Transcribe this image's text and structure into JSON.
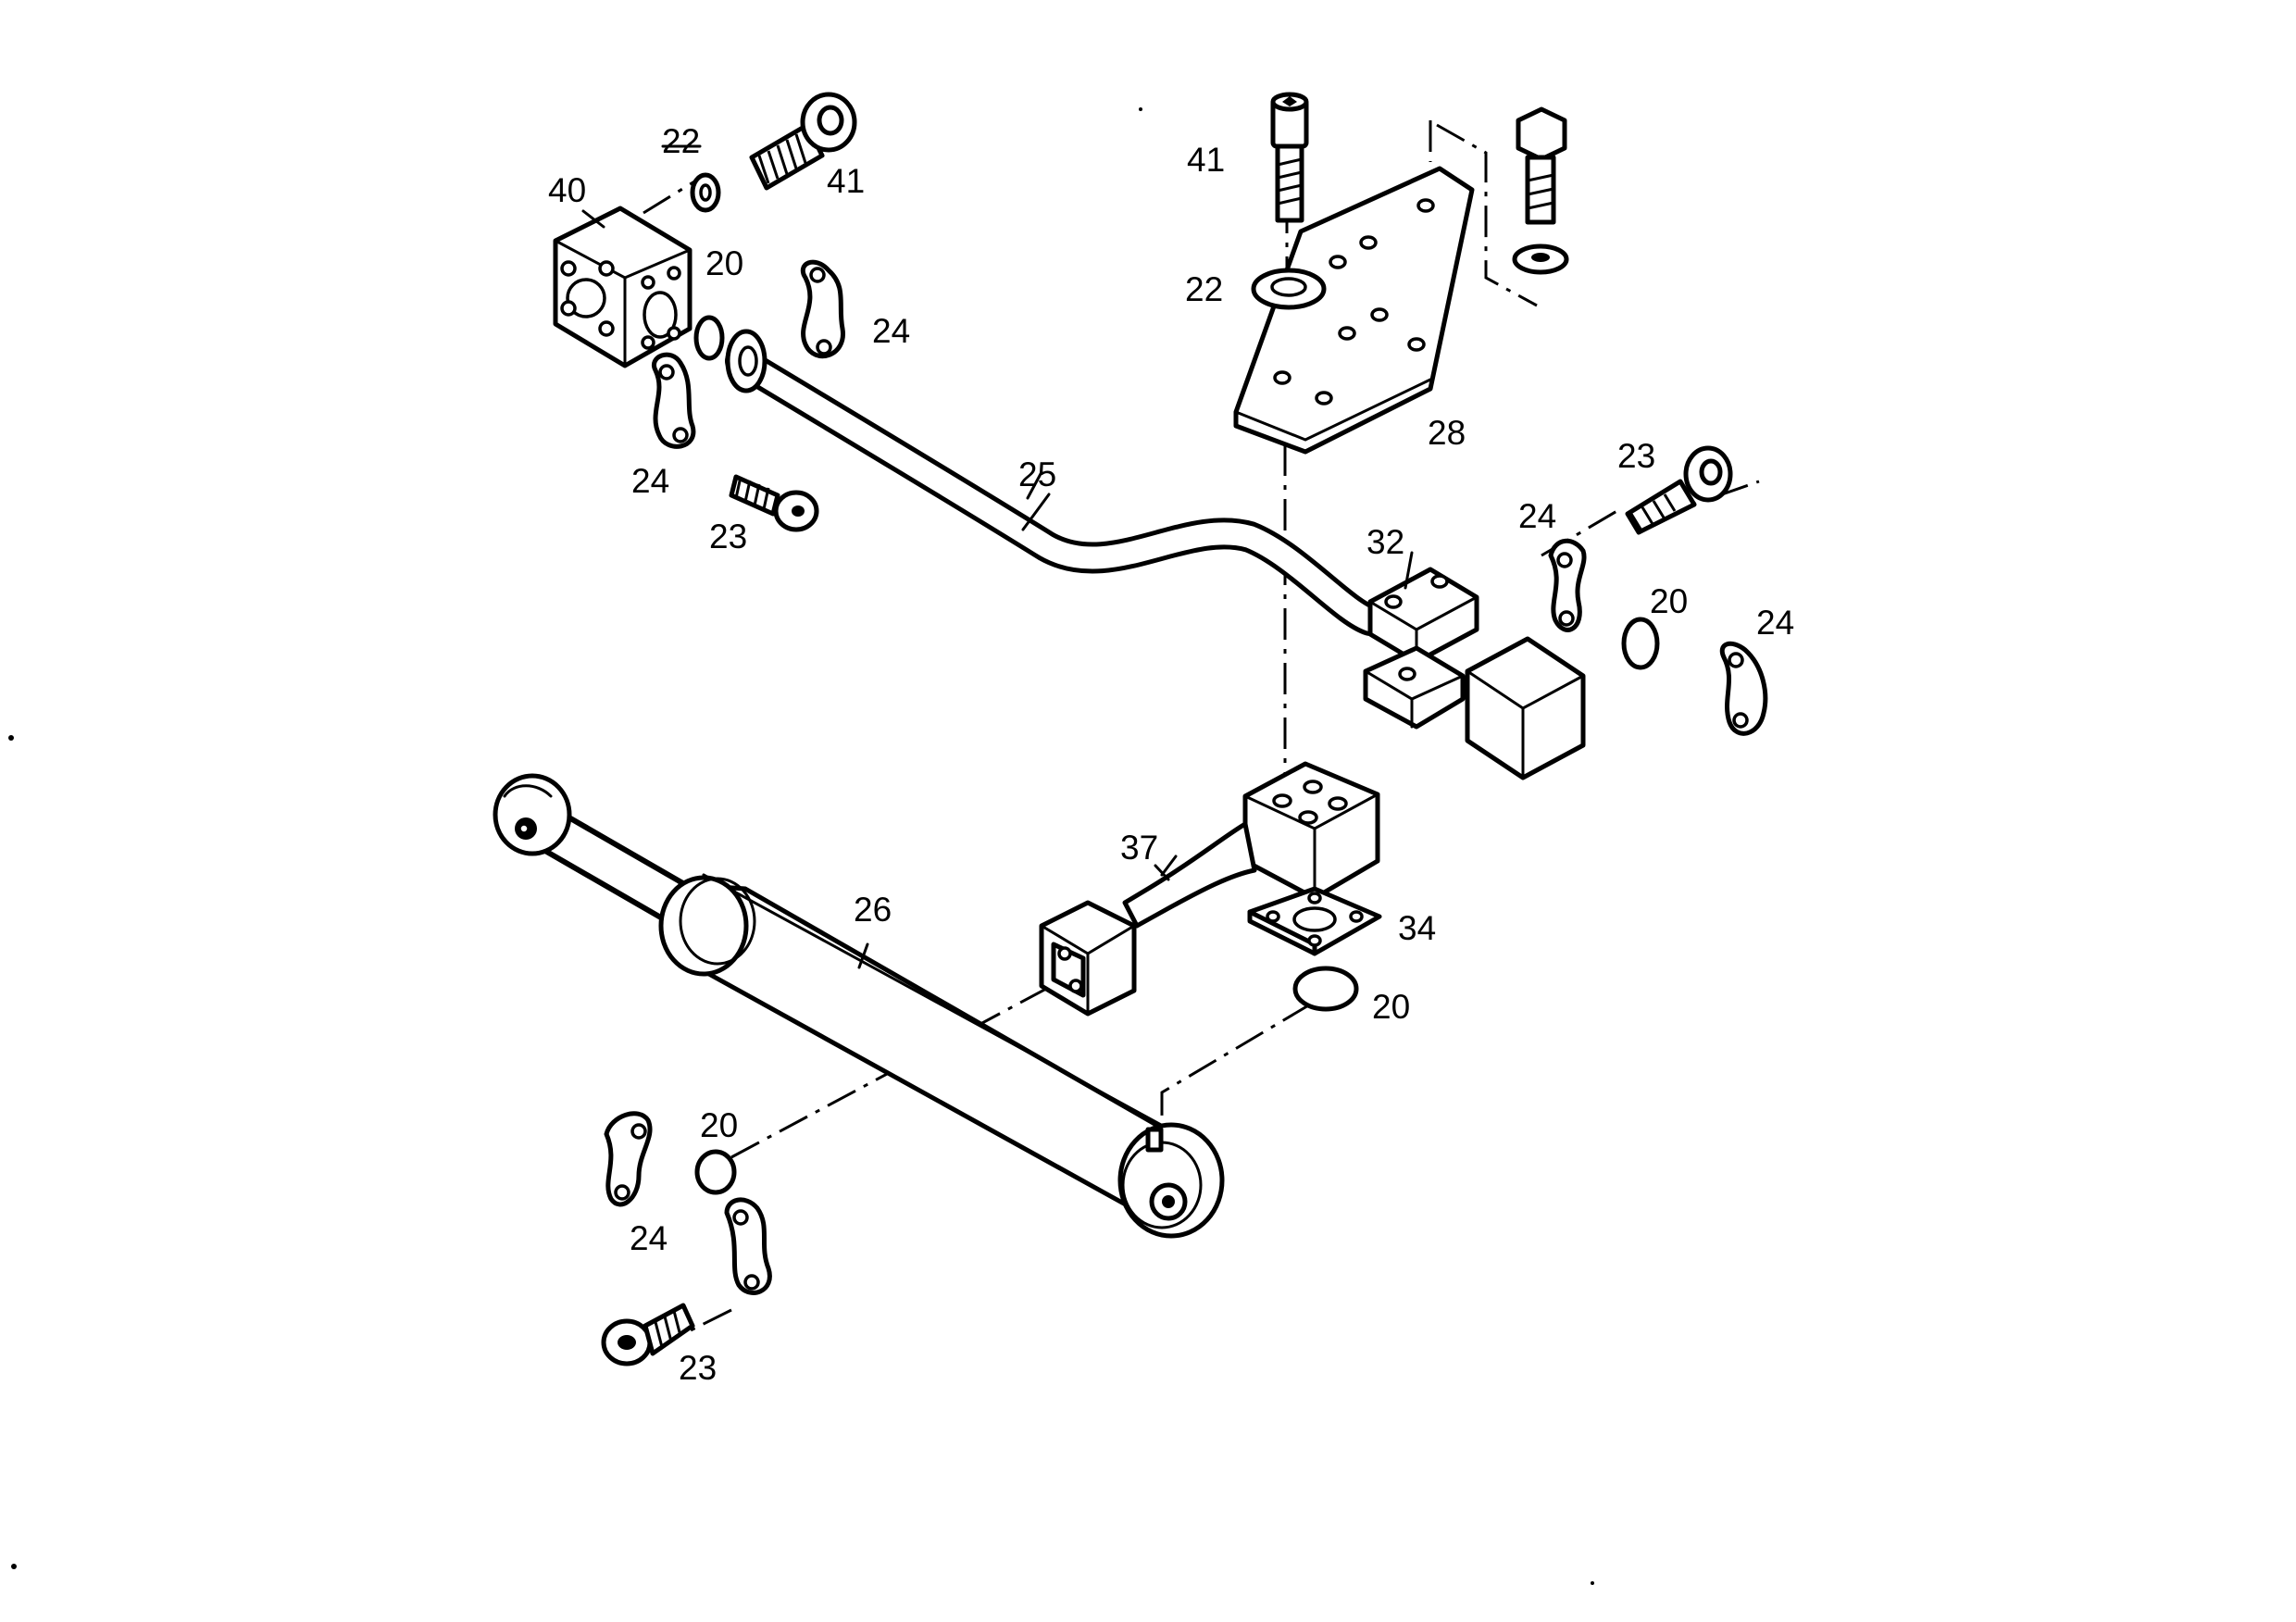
{
  "labels": {
    "p22a": "22",
    "p41a": "41",
    "p40": "40",
    "p20a": "20",
    "p24a": "24",
    "p24b": "24",
    "p23a": "23",
    "p25": "25",
    "p41b": "41",
    "p22b": "22",
    "p28": "28",
    "p23b": "23",
    "p24c": "24",
    "p32": "32",
    "p20b": "20",
    "p24d": "24",
    "p37": "37",
    "p26": "26",
    "p34": "34",
    "p20c": "20",
    "p20d": "20",
    "p24e": "24",
    "p23c": "23"
  },
  "colors": {
    "ink": "#000000",
    "paper": "#ffffff"
  }
}
